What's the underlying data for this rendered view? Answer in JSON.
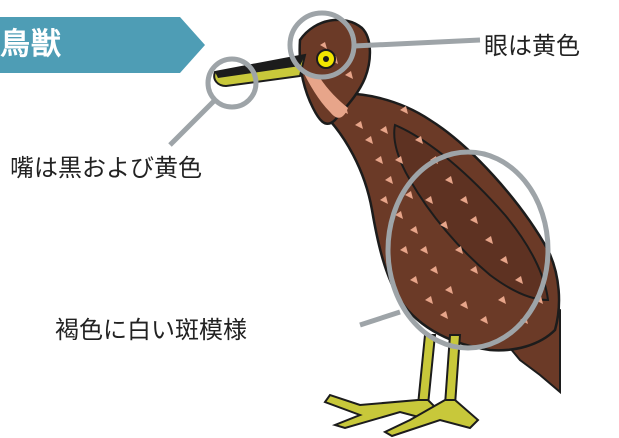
{
  "banner": {
    "text": "鳥獣",
    "color": "#4e9db5"
  },
  "labels": {
    "eye": "眼は黄色",
    "beak": "嘴は黒および黄色",
    "body": "褐色に白い斑模様"
  },
  "colors": {
    "plumage": "#6b3a27",
    "spots": "#e7a58a",
    "legs": "#c8c83a",
    "eye": "#f1e600",
    "callout": "#9ea4a8"
  },
  "illustration": "night-heron"
}
